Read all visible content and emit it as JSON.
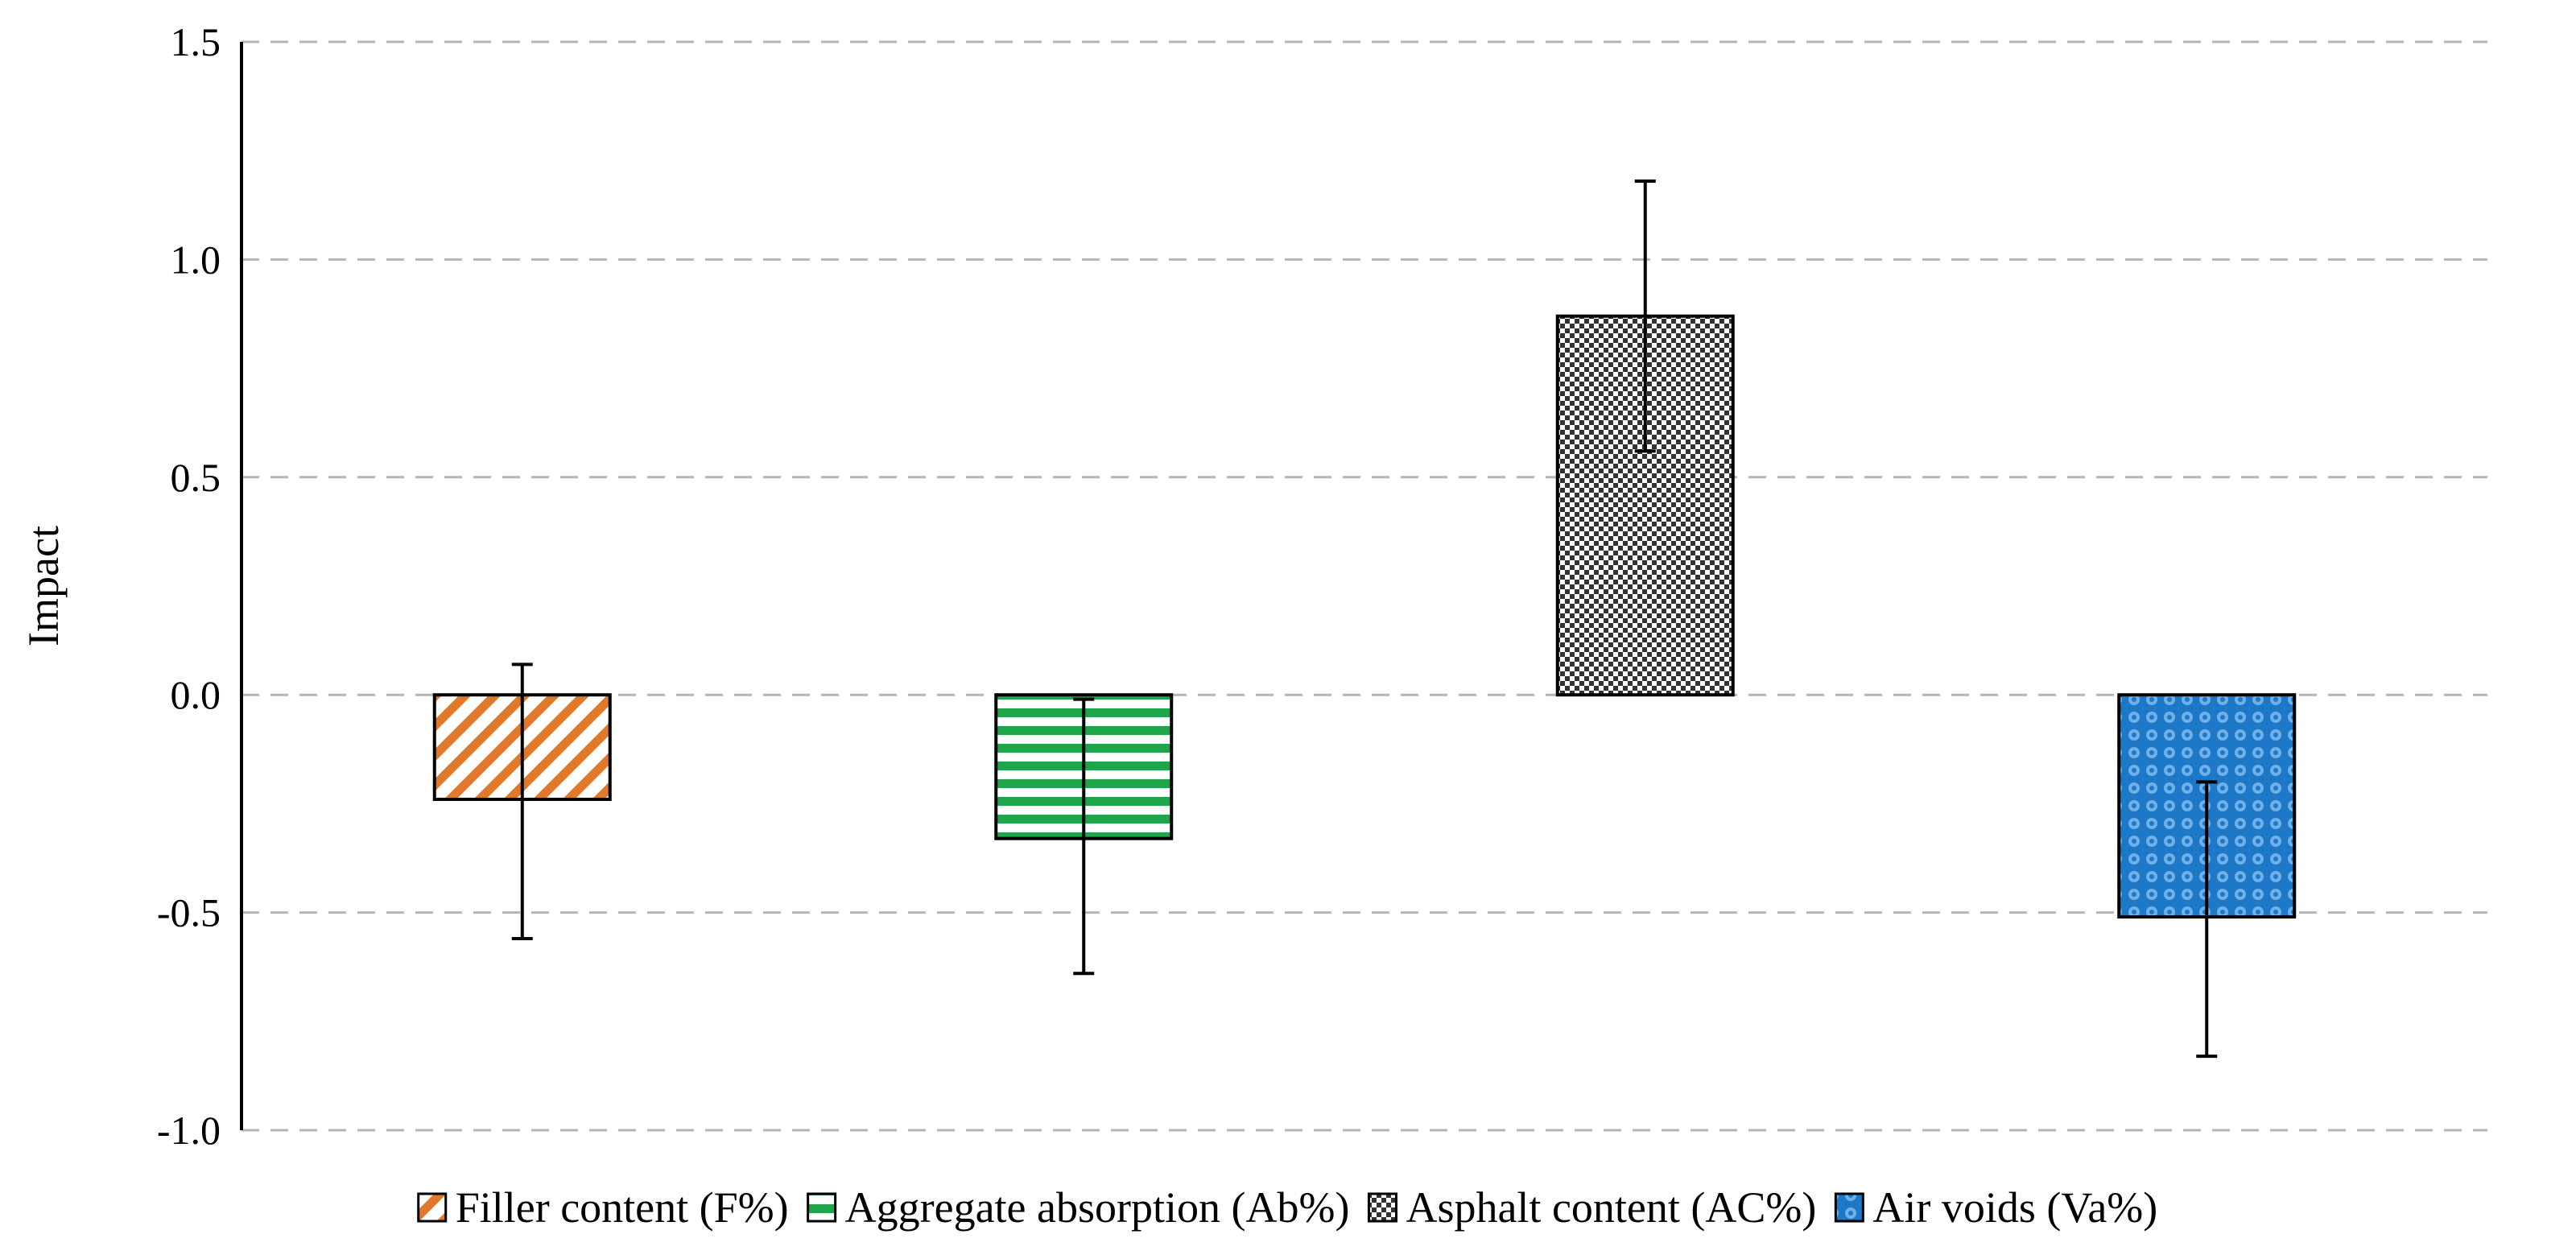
{
  "chart_data": {
    "type": "bar",
    "title": "",
    "xlabel": "",
    "ylabel": "Impact",
    "ylim": [
      -1.0,
      1.5
    ],
    "yticks": [
      1.5,
      1.0,
      0.5,
      0.0,
      -0.5,
      -1.0
    ],
    "ytick_labels": [
      "1.5",
      "1.0",
      "0.5",
      "0.0",
      "-0.5",
      "-1.0"
    ],
    "grid": true,
    "legend_position": "bottom",
    "series": [
      {
        "name": "Filler content (F%)",
        "value": -0.24,
        "err_low": -0.56,
        "err_high": 0.07,
        "color": "#E07A2A",
        "pattern": "diagonal"
      },
      {
        "name": "Aggregate absorption (Ab%)",
        "value": -0.33,
        "err_low": -0.64,
        "err_high": -0.01,
        "color": "#1FA64B",
        "pattern": "horizontal"
      },
      {
        "name": "Asphalt content (AC%)",
        "value": 0.87,
        "err_low": 0.56,
        "err_high": 1.18,
        "color": "#333333",
        "pattern": "checker"
      },
      {
        "name": "Air voids (Va%)",
        "value": -0.51,
        "err_low": -0.83,
        "err_high": -0.2,
        "color": "#1E78C8",
        "pattern": "dots"
      }
    ]
  }
}
